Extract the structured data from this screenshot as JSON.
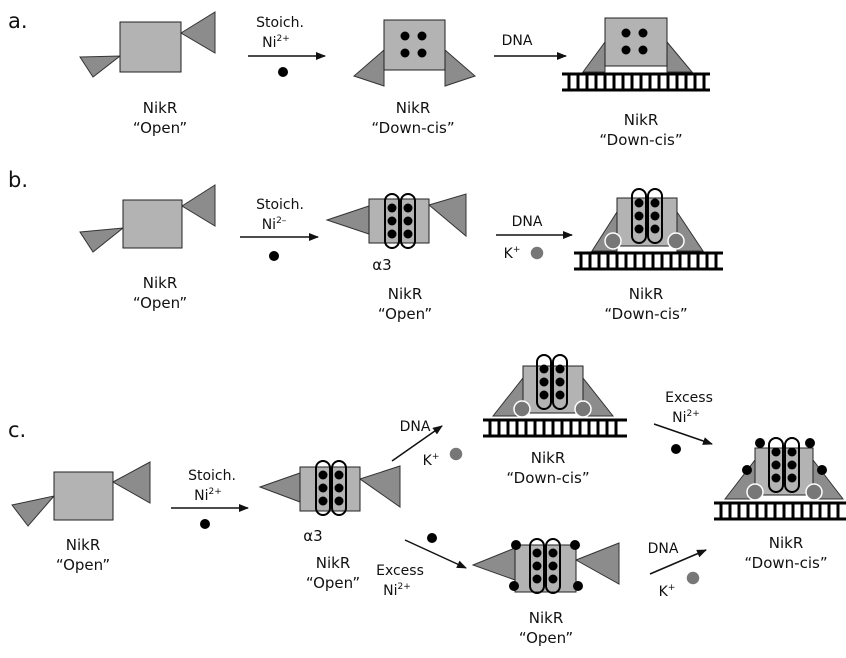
{
  "panels": {
    "a": {
      "letter": "a.",
      "step1": {
        "line1": "Stoich.",
        "ion": "Ni",
        "charge": "2+"
      },
      "step2": {
        "label": "DNA"
      },
      "states": [
        {
          "name": "NikR",
          "state": "“Open”"
        },
        {
          "name": "NikR",
          "state": "“Down-cis”"
        },
        {
          "name": "NikR",
          "state": "“Down-cis”"
        }
      ]
    },
    "b": {
      "letter": "b.",
      "step1": {
        "line1": "Stoich.",
        "ion": "Ni",
        "charge": "2–"
      },
      "step2": {
        "label": "DNA",
        "ion": "K",
        "charge": "+"
      },
      "helix": "α3",
      "states": [
        {
          "name": "NikR",
          "state": "“Open”"
        },
        {
          "name": "NikR",
          "state": "“Open”"
        },
        {
          "name": "NikR",
          "state": "“Down-cis”"
        }
      ]
    },
    "c": {
      "letter": "c.",
      "step1": {
        "line1": "Stoich.",
        "ion": "Ni",
        "charge": "2+"
      },
      "upper_step": {
        "label": "DNA",
        "ion": "K",
        "charge": "+"
      },
      "upper_excess": {
        "line1": "Excess",
        "ion": "Ni",
        "charge": "2+"
      },
      "lower_excess": {
        "line1": "Excess",
        "ion": "Ni",
        "charge": "2+"
      },
      "lower_step": {
        "label": "DNA",
        "ion": "K",
        "charge": "+"
      },
      "helix": "α3",
      "states": [
        {
          "name": "NikR",
          "state": "“Open”"
        },
        {
          "name": "NikR",
          "state": "“Open”"
        },
        {
          "name": "NikR",
          "state": "“Down-cis”"
        },
        {
          "name": "NikR",
          "state": "“Open”"
        },
        {
          "name": "NikR",
          "state": "“Down-cis”"
        }
      ]
    }
  },
  "colors": {
    "protein_body": "#b3b3b3",
    "protein_arm": "#8c8c8c",
    "nickel": "#000000",
    "potassium": "#777777",
    "dna": "#000000"
  }
}
